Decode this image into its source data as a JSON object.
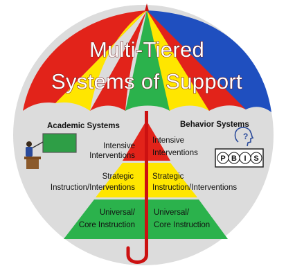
{
  "title": {
    "line1": "Multi-Tiered",
    "line2": "Systems of Support"
  },
  "left": {
    "heading": "Academic Systems",
    "tiers": [
      {
        "line1": "Intensive",
        "line2": "Interventions"
      },
      {
        "line1": "Strategic",
        "line2": "Instruction/Interventions"
      },
      {
        "line1": "Universal/",
        "line2": "Core Instruction"
      }
    ]
  },
  "right": {
    "heading": "Behavior Systems",
    "tiers": [
      {
        "line1": "Intensive",
        "line2": "Interventions"
      },
      {
        "line1": "Strategic",
        "line2": "Instruction/Interventions"
      },
      {
        "line1": "Universal/",
        "line2": "Core Instruction"
      }
    ]
  },
  "logo": {
    "letters": [
      "P",
      "B",
      "I",
      "S"
    ],
    "question_mark": "?"
  },
  "colors": {
    "background_circle": "#dcdcdc",
    "red": "#e2231a",
    "yellow": "#ffe600",
    "green": "#2bb24c",
    "blue": "#1f4fbf",
    "pole": "#cc1111",
    "chalkboard": "#2e9e46"
  },
  "icons": [
    "teacher-at-podium-icon",
    "pbis-logo-icon",
    "head-question-icon"
  ]
}
